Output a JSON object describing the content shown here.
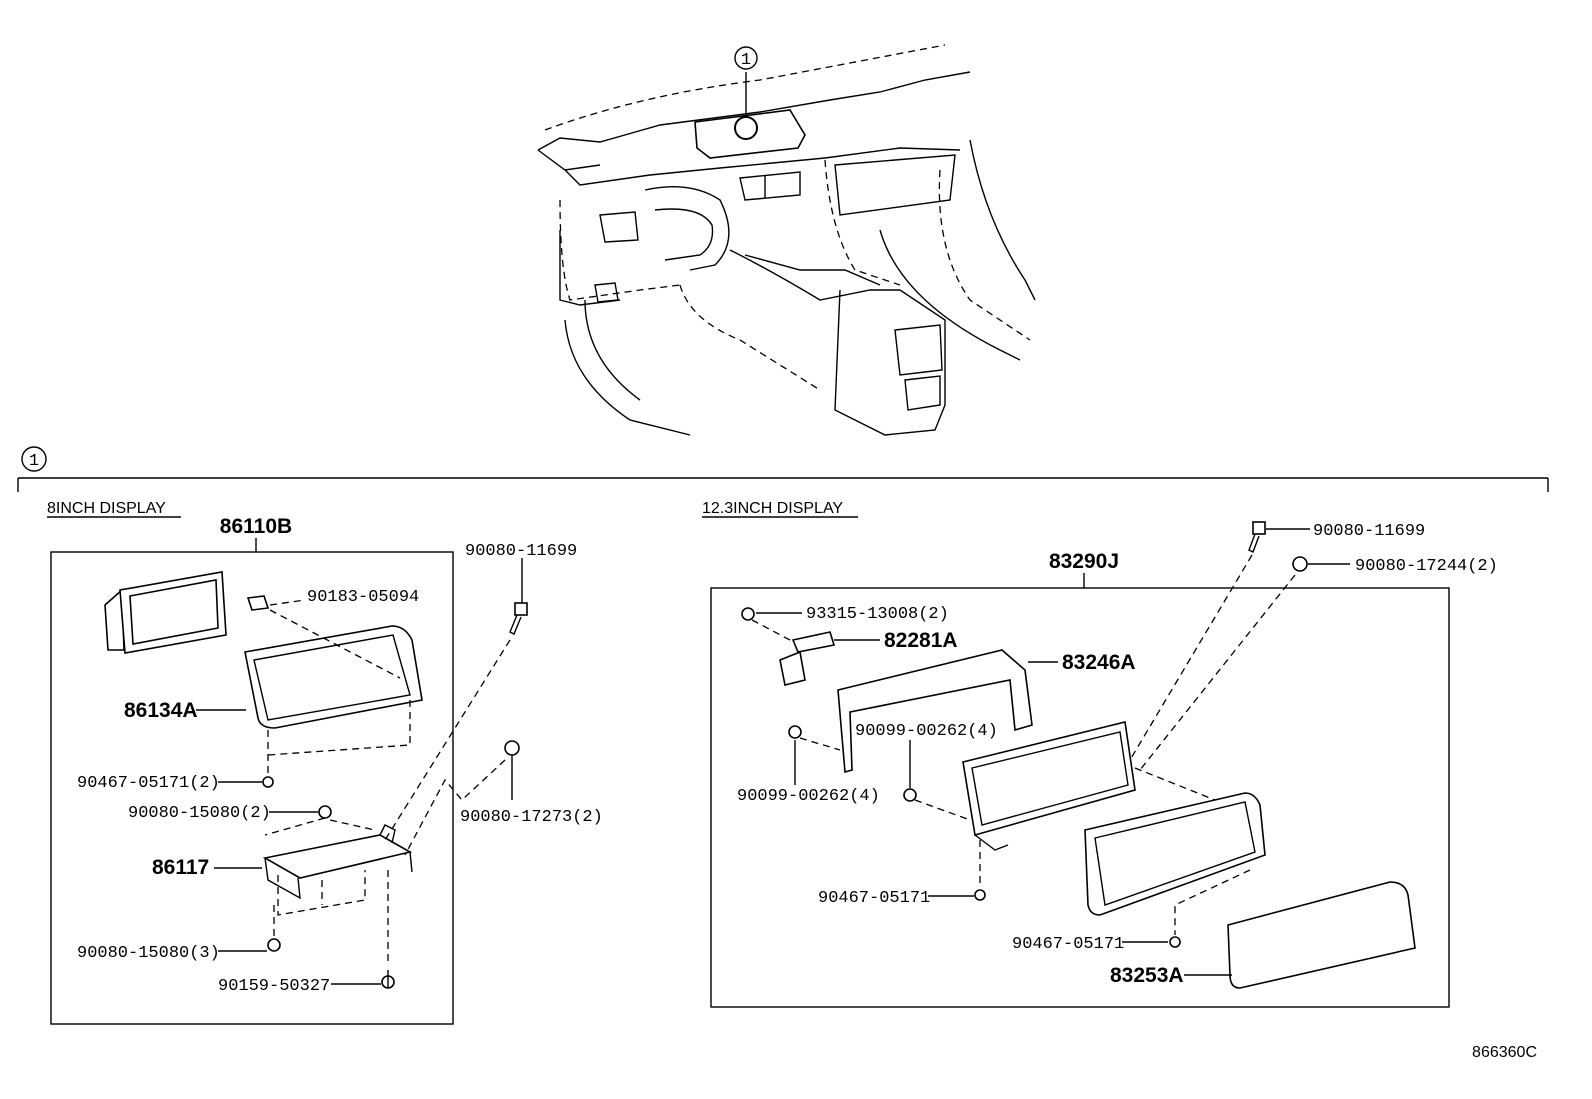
{
  "callout": {
    "marker": "1"
  },
  "sections": {
    "left": {
      "title": "8INCH DISPLAY",
      "assembly": "86110B",
      "parts": {
        "p1": "90183-05094",
        "p2": "86134A",
        "p3": "90467-05171(2)",
        "p4": "90080-15080(2)",
        "p5": "86117",
        "p6": "90080-15080(3)",
        "p7": "90159-50327",
        "p8": "90080-11699",
        "p9": "90080-17273(2)"
      }
    },
    "right": {
      "title": "12.3INCH DISPLAY",
      "assembly": "83290J",
      "parts": {
        "p1": "90080-11699",
        "p2": "90080-17244(2)",
        "p3": "93315-13008(2)",
        "p4": "82281A",
        "p5": "83246A",
        "p6": "90099-00262(4)",
        "p7": "90099-00262(4)",
        "p8": "90467-05171",
        "p9": "90467-05171",
        "p10": "83253A"
      }
    }
  },
  "footer": {
    "code": "866360C"
  }
}
